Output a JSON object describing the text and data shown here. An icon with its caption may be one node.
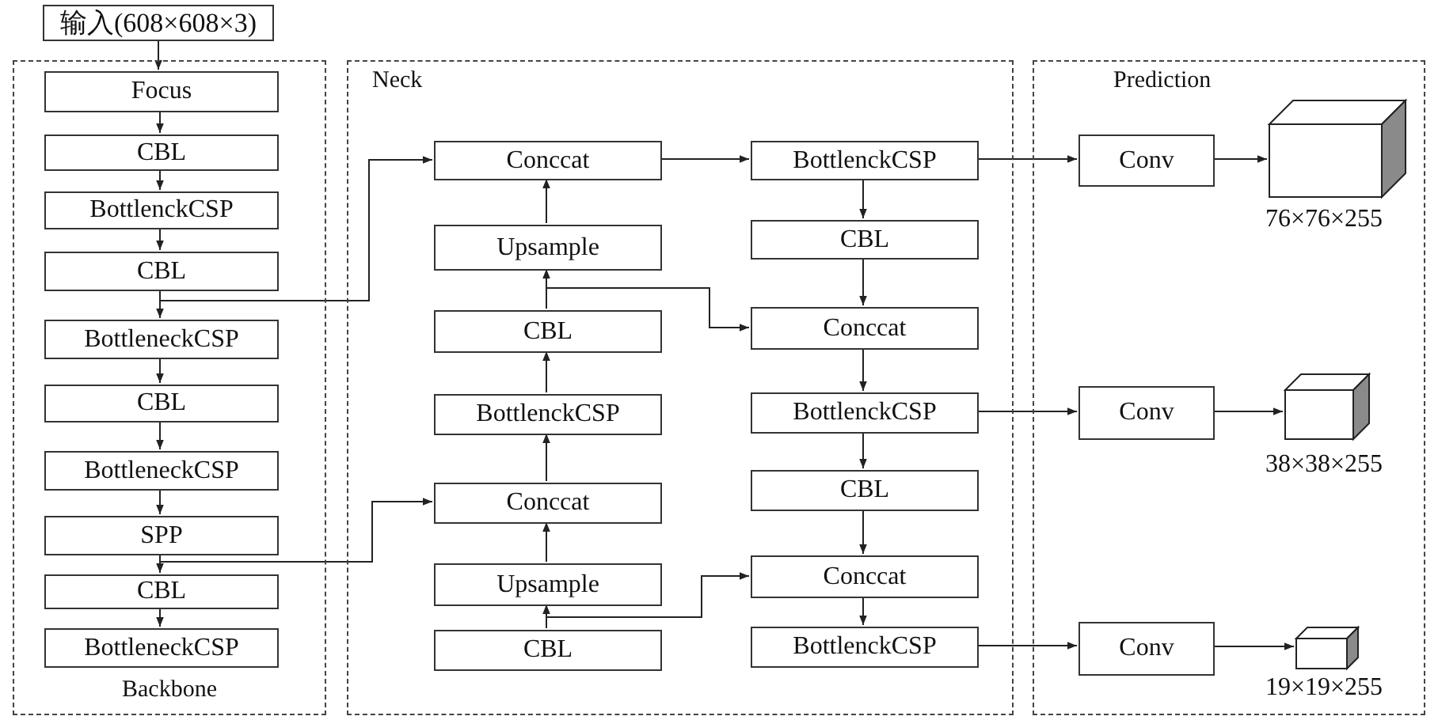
{
  "diagram": {
    "nodes": [
      {
        "text": [
          "Backbone"
        ]
      },
      {
        "text": [
          "Neck"
        ]
      },
      {
        "text": [
          "Prediction"
        ]
      },
      {
        "text": [
          "输入(608×608×3)"
        ]
      },
      {
        "text": [
          "Focus"
        ],
        "in": 0
      },
      {
        "text": [
          "CBL"
        ],
        "in": 0
      },
      {
        "text": [
          "BottlenckCSP"
        ],
        "in": 0
      },
      {
        "text": [
          "CBL"
        ],
        "in": 0
      },
      {
        "text": [
          "BottleneckCSP"
        ],
        "in": 0
      },
      {
        "text": [
          "CBL"
        ],
        "in": 0
      },
      {
        "text": [
          "BottleneckCSP"
        ],
        "in": 0
      },
      {
        "text": [
          "SPP"
        ],
        "in": 0
      },
      {
        "text": [
          "CBL"
        ],
        "in": 0
      },
      {
        "text": [
          "BottleneckCSP"
        ],
        "in": 0
      },
      {
        "text": [
          "Conccat"
        ],
        "in": 1
      },
      {
        "text": [
          "Upsample"
        ],
        "in": 1
      },
      {
        "text": [
          "CBL"
        ],
        "in": 1
      },
      {
        "text": [
          "BottlenckCSP"
        ],
        "in": 1
      },
      {
        "text": [
          "Conccat"
        ],
        "in": 1
      },
      {
        "text": [
          "Upsample"
        ],
        "in": 1
      },
      {
        "text": [
          "CBL"
        ],
        "in": 1
      },
      {
        "text": [
          "BottlenckCSP"
        ],
        "in": 1
      },
      {
        "text": [
          "CBL"
        ],
        "in": 1
      },
      {
        "text": [
          "Conccat"
        ],
        "in": 1
      },
      {
        "text": [
          "BottlenckCSP"
        ],
        "in": 1
      },
      {
        "text": [
          "CBL"
        ],
        "in": 1
      },
      {
        "text": [
          "Conccat"
        ],
        "in": 1
      },
      {
        "text": [
          "BottlenckCSP"
        ],
        "in": 1
      },
      {
        "text": [
          "Conv"
        ],
        "in": 2
      },
      {
        "text": [],
        "shape": "cube",
        "in": 2,
        "beside": [
          "76×76×255"
        ]
      },
      {
        "text": [
          "Conv"
        ],
        "in": 2
      },
      {
        "text": [],
        "shape": "cube",
        "in": 2,
        "beside": [
          "38×38×255"
        ]
      },
      {
        "text": [
          "Conv"
        ],
        "in": 2
      },
      {
        "text": [],
        "shape": "cube",
        "in": 2,
        "beside": [
          "19×19×255"
        ]
      }
    ],
    "edges": [
      {
        "from": 3,
        "to": 4,
        "arrow": "to"
      },
      {
        "from": 4,
        "to": 5,
        "arrow": "to"
      },
      {
        "from": 5,
        "to": 6,
        "arrow": "to"
      },
      {
        "from": 6,
        "to": 7,
        "arrow": "to"
      },
      {
        "from": 7,
        "to": 8,
        "arrow": "to"
      },
      {
        "from": 8,
        "to": 9,
        "arrow": "to"
      },
      {
        "from": 9,
        "to": 10,
        "arrow": "to"
      },
      {
        "from": 10,
        "to": 11,
        "arrow": "to"
      },
      {
        "from": 11,
        "to": 12,
        "arrow": "to"
      },
      {
        "from": 12,
        "to": 13,
        "arrow": "to"
      },
      {
        "from": 7,
        "to": 14,
        "arrow": "to"
      },
      {
        "from": 11,
        "to": 18,
        "arrow": "to"
      },
      {
        "from": 20,
        "to": 19,
        "arrow": "to"
      },
      {
        "from": 19,
        "to": 18,
        "arrow": "to"
      },
      {
        "from": 18,
        "to": 17,
        "arrow": "to"
      },
      {
        "from": 17,
        "to": 16,
        "arrow": "to"
      },
      {
        "from": 16,
        "to": 15,
        "arrow": "to"
      },
      {
        "from": 15,
        "to": 14,
        "arrow": "to"
      },
      {
        "from": 14,
        "to": 21,
        "arrow": "to"
      },
      {
        "from": 16,
        "to": 23,
        "arrow": "to"
      },
      {
        "from": 20,
        "to": 26,
        "arrow": "to"
      },
      {
        "from": 21,
        "to": 22,
        "arrow": "to"
      },
      {
        "from": 22,
        "to": 23,
        "arrow": "to"
      },
      {
        "from": 23,
        "to": 24,
        "arrow": "to"
      },
      {
        "from": 24,
        "to": 25,
        "arrow": "to"
      },
      {
        "from": 25,
        "to": 26,
        "arrow": "to"
      },
      {
        "from": 26,
        "to": 27,
        "arrow": "to"
      },
      {
        "from": 21,
        "to": 28,
        "arrow": "to"
      },
      {
        "from": 24,
        "to": 30,
        "arrow": "to"
      },
      {
        "from": 27,
        "to": 32,
        "arrow": "to"
      },
      {
        "from": 28,
        "to": 29,
        "arrow": "to"
      },
      {
        "from": 30,
        "to": 31,
        "arrow": "to"
      },
      {
        "from": 32,
        "to": 33,
        "arrow": "to"
      }
    ]
  }
}
